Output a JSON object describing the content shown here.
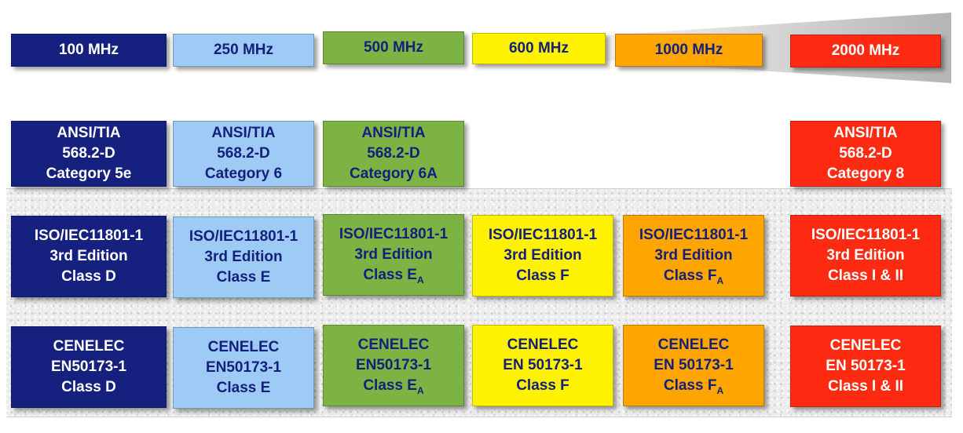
{
  "colors": {
    "dark_blue": "#15207f",
    "light_blue": "#9ecbf6",
    "green": "#7cb342",
    "yellow": "#fff200",
    "orange": "#ffa500",
    "red": "#ff2a12",
    "text_navy": "#14207c"
  },
  "frequencies": [
    "100 MHz",
    "250 MHz",
    "500 MHz",
    "600 MHz",
    "1000 MHz",
    "2000 MHz"
  ],
  "ansi_tia": {
    "cat5e": [
      "ANSI/TIA",
      "568.2-D",
      "Category 5e"
    ],
    "cat6": [
      "ANSI/TIA",
      "568.2-D",
      "Category 6"
    ],
    "cat6a": [
      "ANSI/TIA",
      "568.2-D",
      "Category 6A"
    ],
    "cat8": [
      "ANSI/TIA",
      "568.2-D",
      "Category 8"
    ]
  },
  "iso_iec": {
    "line1": "ISO/IEC11801-1",
    "line2": "3rd Edition",
    "class_d": "Class D",
    "class_e": "Class E",
    "class_ea": "Class E",
    "class_f": "Class F",
    "class_fa": "Class F",
    "class_i_ii": "Class I & II",
    "subscript_a": "A"
  },
  "cenelec": {
    "line1": "CENELEC",
    "line2_compact": "EN50173-1",
    "line2_spaced": "EN 50173-1",
    "class_d": "Class D",
    "class_e": "Class E",
    "class_ea": "Class E",
    "class_f": "Class F",
    "class_fa": "Class F",
    "class_i_ii": "Class I & II",
    "subscript_a": "A"
  }
}
